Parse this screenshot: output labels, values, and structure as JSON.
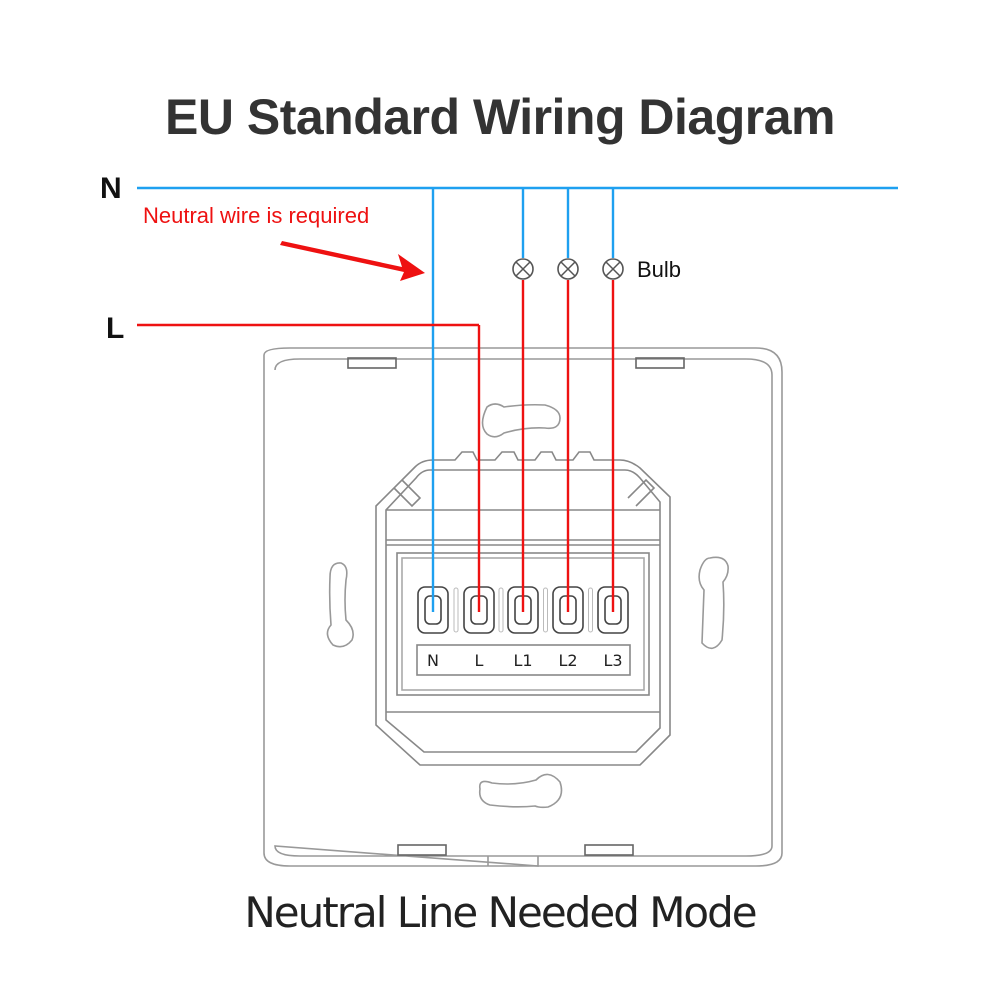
{
  "title": "EU Standard Wiring Diagram",
  "footer": "Neutral Line Needed Mode",
  "wires": {
    "neutral_label": "N",
    "live_label": "L",
    "neutral_color": "#1ea0f0",
    "live_color": "#ee1111"
  },
  "annotation": {
    "text": "Neutral wire is required",
    "color": "#ee1111"
  },
  "bulbs": {
    "label": "Bulb",
    "count": 3,
    "icon": "bulb-cross-circle-icon"
  },
  "terminals": [
    "N",
    "L",
    "L1",
    "L2",
    "L3"
  ],
  "outline_color": "#888888"
}
